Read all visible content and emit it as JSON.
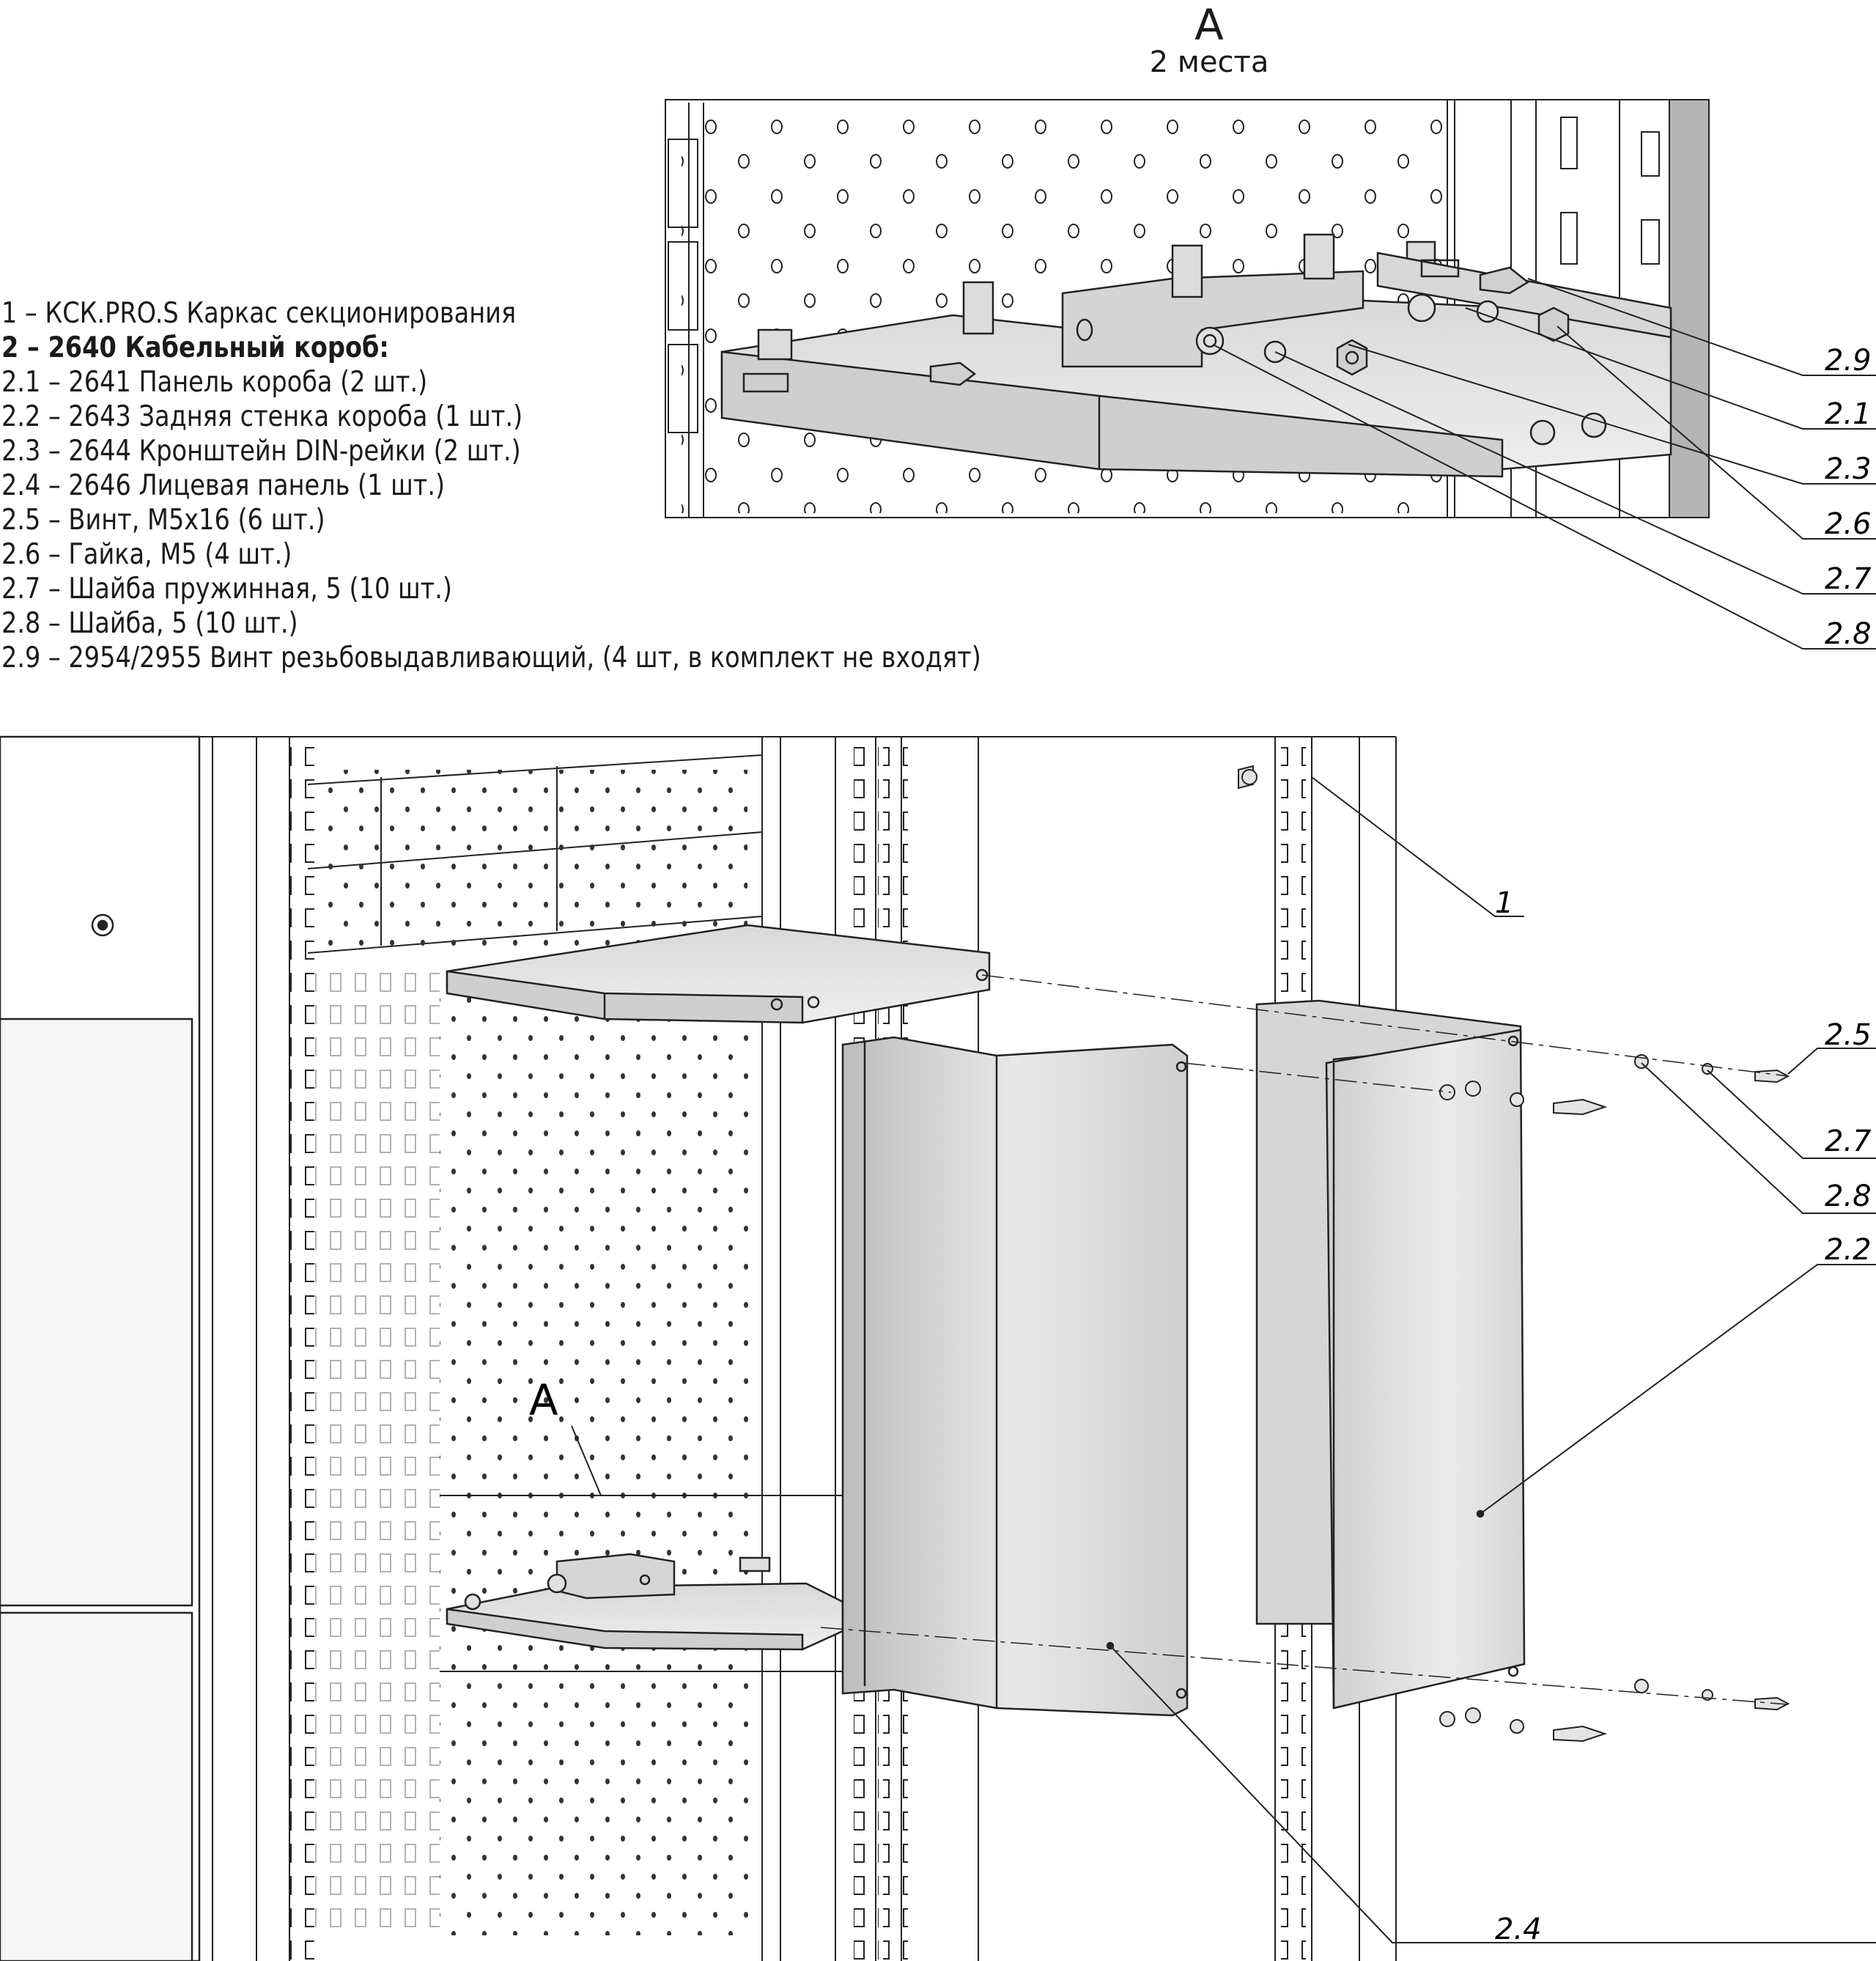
{
  "detail_view": {
    "letter": "A",
    "subtitle": "2 места"
  },
  "legend": [
    {
      "text": "1 – КСК.PRO.S Каркас секционирования",
      "bold": false
    },
    {
      "text": "2 – 2640 Кабельный короб:",
      "bold": true
    },
    {
      "text": "2.1 – 2641 Панель короба (2 шт.)",
      "bold": false
    },
    {
      "text": "2.2 – 2643 Задняя стенка короба (1 шт.)",
      "bold": false
    },
    {
      "text": "2.3 – 2644 Кронштейн DIN-рейки (2 шт.)",
      "bold": false
    },
    {
      "text": "2.4 – 2646 Лицевая панель (1 шт.)",
      "bold": false
    },
    {
      "text": "2.5 – Винт, M5x16 (6 шт.)",
      "bold": false
    },
    {
      "text": "2.6 – Гайка, M5 (4 шт.)",
      "bold": false
    },
    {
      "text": "2.7 – Шайба пружинная, 5 (10 шт.)",
      "bold": false
    },
    {
      "text": "2.8 – Шайба, 5 (10 шт.)",
      "bold": false
    },
    {
      "text": "2.9 – 2954/2955 Винт резьбовыдавливающий, (4 шт, в комплект не входят)",
      "bold": false
    }
  ],
  "callouts_detail": [
    "2.9",
    "2.1",
    "2.3",
    "2.6",
    "2.7",
    "2.8"
  ],
  "callouts_main": [
    "1",
    "2.5",
    "2.7",
    "2.8",
    "2.2",
    "2.4"
  ],
  "main_view_marker": "A",
  "colors": {
    "line": "#1a1a1a",
    "metal_light": "#e4e4e4",
    "metal_mid": "#c9c9c9",
    "metal_dark": "#a8a8a8"
  }
}
